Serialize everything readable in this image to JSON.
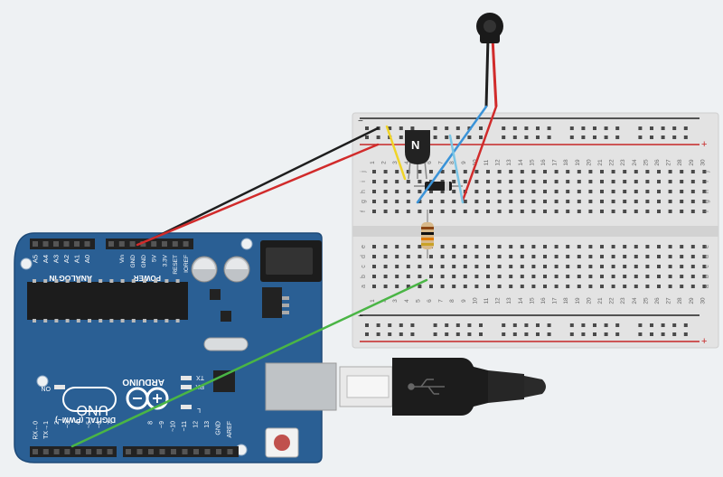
{
  "breadboard": {
    "row_letters_top": [
      "j",
      "i",
      "h",
      "g",
      "f"
    ],
    "row_letters_bottom": [
      "e",
      "d",
      "c",
      "b",
      "a"
    ],
    "rail_minus": "−",
    "rail_plus": "+",
    "column_numbers": [
      "1",
      "2",
      "3",
      "4",
      "5",
      "6",
      "7",
      "8",
      "9",
      "10",
      "11",
      "12",
      "13",
      "14",
      "15",
      "16",
      "17",
      "18",
      "19",
      "20",
      "21",
      "22",
      "23",
      "24",
      "25",
      "26",
      "27",
      "28",
      "29",
      "30"
    ]
  },
  "transistor": {
    "label": "N"
  },
  "arduino": {
    "analog_label": "ANALOG IN",
    "analog_pins": [
      "A0",
      "A1",
      "A2",
      "A3",
      "A4",
      "A5"
    ],
    "power_label": "POWER",
    "power_pins": [
      "IOREF",
      "RESET",
      "3.3V",
      "5V",
      "GND",
      "GND",
      "Vin"
    ],
    "brand": "ARDUINO",
    "model": "UNO",
    "digital_label": "DIGITAL (PWM~)",
    "digital_pins": [
      "AREF",
      "GND",
      "13",
      "12",
      "~11",
      "~10",
      "~9",
      "8",
      "7",
      "~6",
      "~5",
      "4",
      "~3",
      "2",
      "TX→1",
      "RX←0"
    ],
    "on_label": "ON",
    "tx_label": "TX",
    "rx_label": "RX",
    "l_label": "L"
  },
  "colors": {
    "board": "#2a5f94",
    "breadboard": "#e4e4e4",
    "wire_red": "#d12b2b",
    "wire_black": "#1e1e1e",
    "wire_green": "#4ab545",
    "wire_blue": "#3a93d8",
    "wire_yellow": "#f0d428",
    "wire_lightblue": "#7cc6e6"
  },
  "icons": [
    "vibration-motor-icon",
    "usb-symbol-icon",
    "infinity-logo-icon"
  ]
}
